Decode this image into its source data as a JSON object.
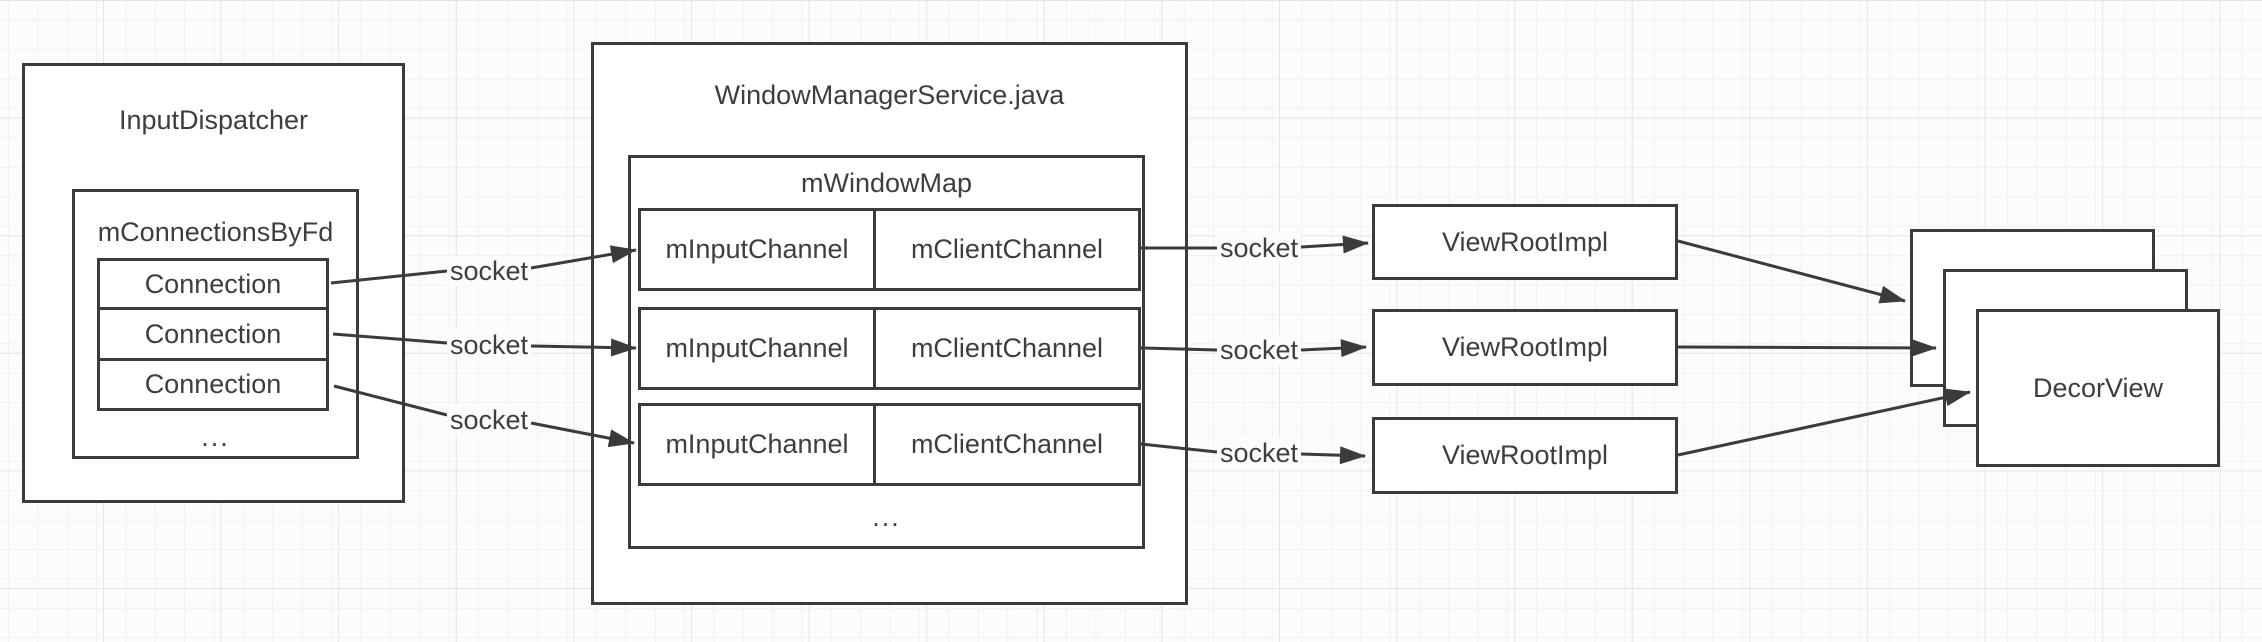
{
  "colors": {
    "border": "#3b3b3b",
    "text": "#3e3e3e",
    "fill": "#ffffff",
    "bg": "#fcfcfc",
    "grid_minor": "#f1f1f1",
    "grid_major": "#e5e5e5"
  },
  "dispatcher": {
    "title": "InputDispatcher",
    "map_title": "mConnectionsByFd",
    "connections": [
      "Connection",
      "Connection",
      "Connection"
    ],
    "more": "..."
  },
  "wms": {
    "title": "WindowManagerService.java",
    "map_title": "mWindowMap",
    "rows": [
      {
        "input": "mInputChannel",
        "client": "mClientChannel"
      },
      {
        "input": "mInputChannel",
        "client": "mClientChannel"
      },
      {
        "input": "mInputChannel",
        "client": "mClientChannel"
      }
    ],
    "more": "..."
  },
  "sockets_left": [
    "socket",
    "socket",
    "socket"
  ],
  "sockets_right": [
    "socket",
    "socket",
    "socket"
  ],
  "view_roots": [
    "ViewRootImpl",
    "ViewRootImpl",
    "ViewRootImpl"
  ],
  "decor": {
    "label": "DecorView"
  }
}
